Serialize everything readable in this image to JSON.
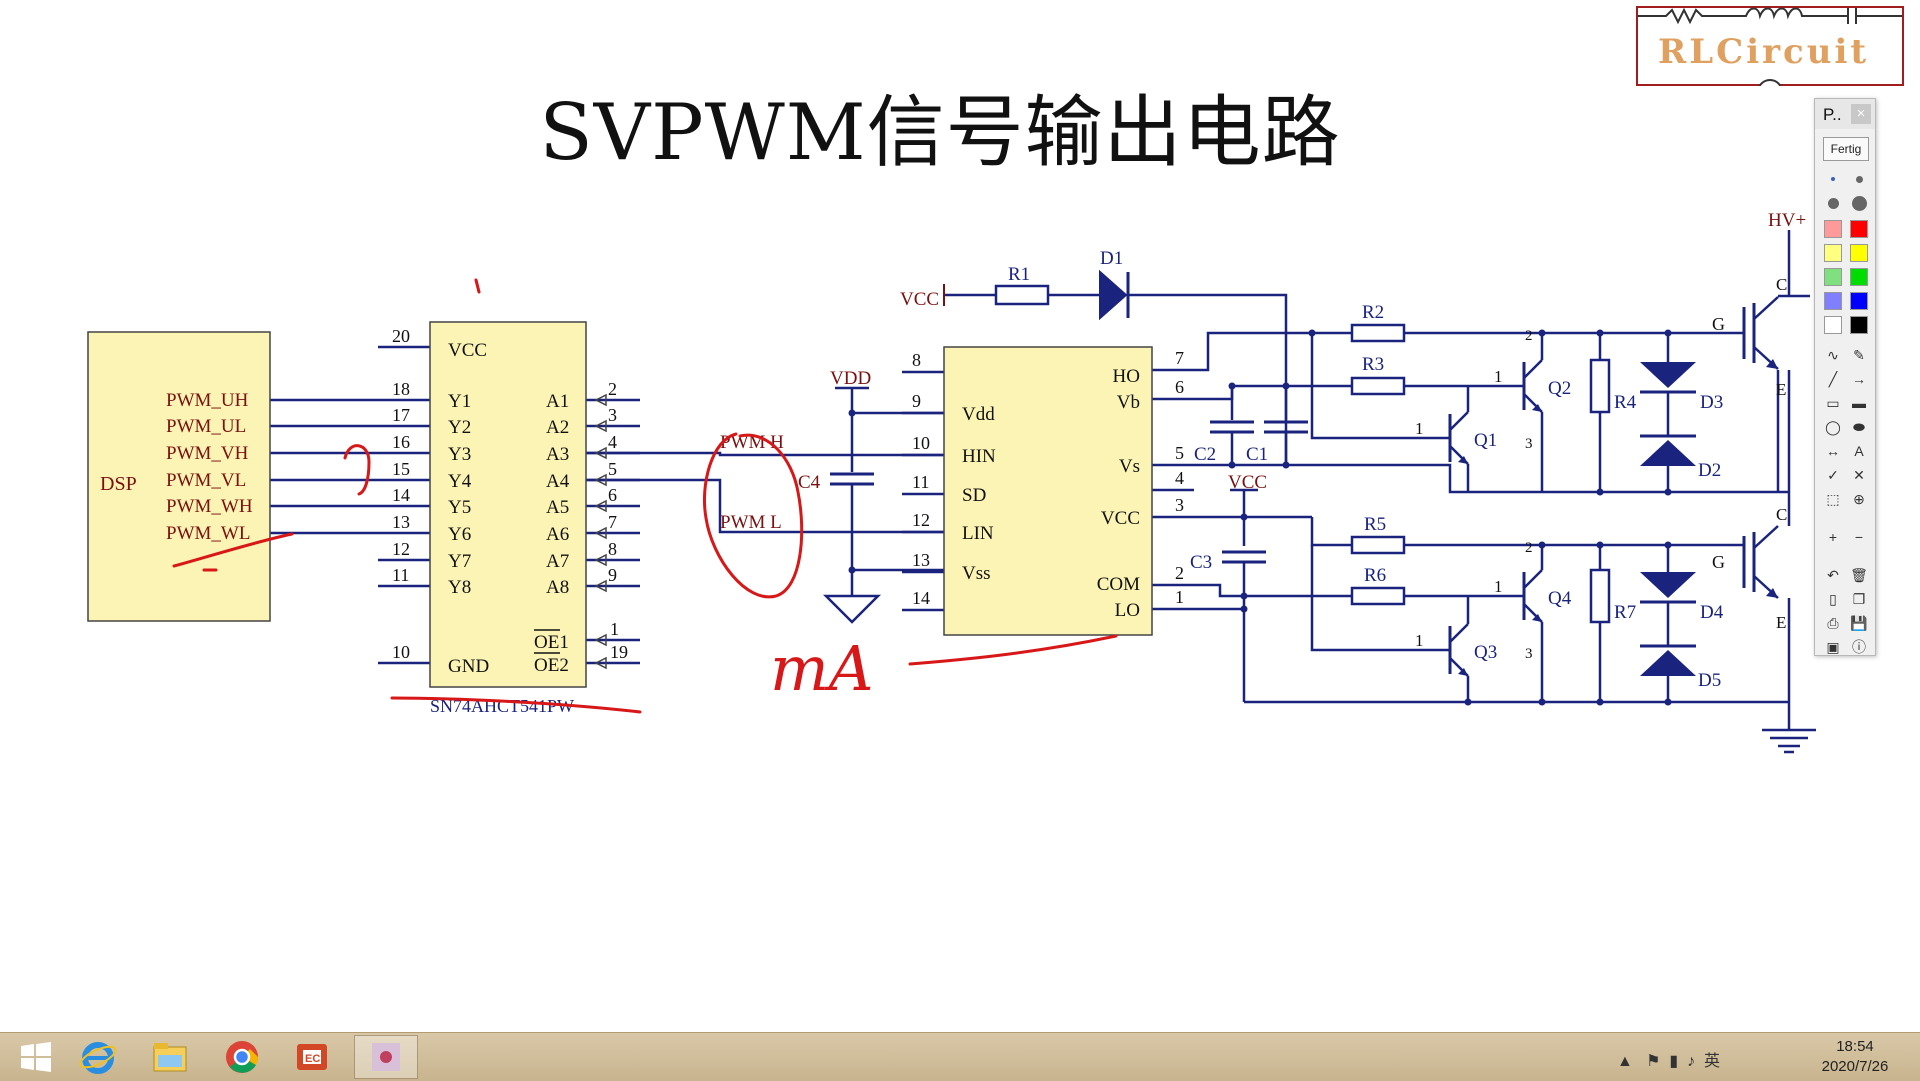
{
  "slide": {
    "title": "SVPWM信号输出电路"
  },
  "logo": {
    "text": "RLCircuit"
  },
  "schematic": {
    "dsp": {
      "name": "DSP",
      "outputs": [
        "PWM_UH",
        "PWM_UL",
        "PWM_VH",
        "PWM_VL",
        "PWM_WH",
        "PWM_WL"
      ]
    },
    "buffer_ic": {
      "part_number": "SN74AHCT541PW",
      "vcc_label": "VCC",
      "vcc_pin": "20",
      "gnd_label": "GND",
      "gnd_pin": "10",
      "y_labels": [
        "Y1",
        "Y2",
        "Y3",
        "Y4",
        "Y5",
        "Y6",
        "Y7",
        "Y8"
      ],
      "y_pins": [
        "18",
        "17",
        "16",
        "15",
        "14",
        "13",
        "12",
        "11"
      ],
      "a_labels": [
        "A1",
        "A2",
        "A3",
        "A4",
        "A5",
        "A6",
        "A7",
        "A8"
      ],
      "a_pins": [
        "2",
        "3",
        "4",
        "5",
        "6",
        "7",
        "8",
        "9"
      ],
      "oe_labels": [
        "OE1",
        "OE2"
      ],
      "oe_pins": [
        "1",
        "19"
      ]
    },
    "driver_ic": {
      "left_labels": [
        "Vdd",
        "HIN",
        "SD",
        "LIN",
        "Vss"
      ],
      "left_pins": [
        "8",
        "9",
        "10",
        "11",
        "12",
        "13",
        "14"
      ],
      "right_labels": [
        "HO",
        "Vb",
        "Vs",
        "VCC",
        "COM",
        "LO"
      ],
      "right_pins": [
        "7",
        "6",
        "5",
        "4",
        "3",
        "2",
        "1"
      ]
    },
    "nets": {
      "vdd": "VDD",
      "vcc": "VCC",
      "vcc2": "VCC",
      "hv": "HV+",
      "pwm_h": "PWM H",
      "pwm_l": "PWM L"
    },
    "components": {
      "r1": "R1",
      "d1": "D1",
      "c4": "C4",
      "c2": "C2",
      "c1": "C1",
      "c3": "C3",
      "r2": "R2",
      "r3": "R3",
      "r4": "R4",
      "r5": "R5",
      "r6": "R6",
      "r7": "R7",
      "q1": "Q1",
      "q2": "Q2",
      "q3": "Q3",
      "q4": "Q4",
      "d2": "D2",
      "d3": "D3",
      "d4": "D4",
      "d5": "D5"
    },
    "transistor_pins": {
      "b": "1",
      "c": "2",
      "e": "3"
    },
    "igbt_pins": {
      "g": "G",
      "c": "C",
      "e": "E"
    }
  },
  "annotations": {
    "handwritten": "mA"
  },
  "palette": {
    "title": "P..",
    "close": "×",
    "done_label": "Fertig",
    "colors": [
      "#ff9a9a",
      "#ff0000",
      "#ffff80",
      "#ffff00",
      "#80e080",
      "#00dd00",
      "#8080ff",
      "#0000ff",
      "#ffffff",
      "#000000"
    ]
  },
  "taskbar": {
    "apps": [
      "start",
      "internet-explorer",
      "file-explorer",
      "chrome",
      "presentation-app",
      "pen-tool"
    ],
    "time": "18:54",
    "date": "2020/7/26",
    "ime": "英"
  },
  "colors": {
    "wire": "#1a237e",
    "label": "#7a1010",
    "ic_fill": "#fcf4b4",
    "ink": "#d81818"
  }
}
